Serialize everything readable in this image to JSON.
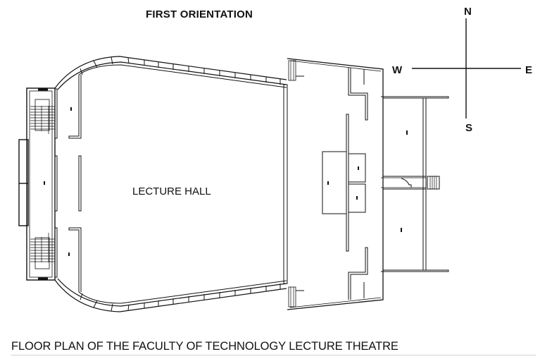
{
  "diagram": {
    "title": "FIRST ORIENTATION",
    "caption": "FLOOR PLAN OF THE FACULTY OF TECHNOLOGY LECTURE THEATRE",
    "rooms": {
      "main": "LECTURE HALL"
    },
    "compass": {
      "north": "N",
      "south": "S",
      "east": "E",
      "west": "W"
    },
    "colors": {
      "line": "#111111",
      "background": "#ffffff"
    }
  }
}
